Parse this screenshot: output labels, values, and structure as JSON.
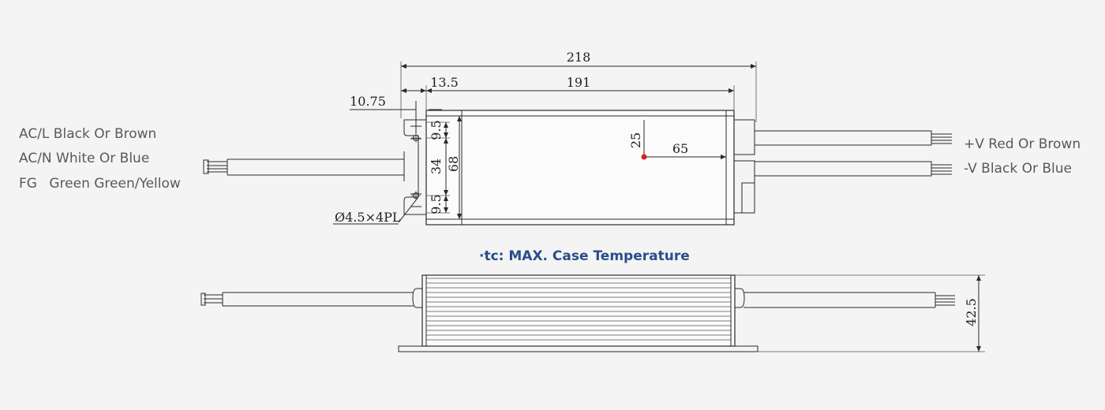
{
  "left_wires": {
    "ac_l": "AC/L Black Or Brown",
    "ac_n": "AC/N White Or Blue",
    "fg_code": "FG",
    "fg_color": "Green Green/Yellow"
  },
  "right_wires": {
    "pos": "+V Red Or Brown",
    "neg": "-V Black Or Blue"
  },
  "caption": "·tc: MAX. Case Temperature",
  "dimensions": {
    "total_length": "218",
    "flange": "13.5",
    "body_length": "191",
    "tab_offset": "10.75",
    "hole_spacing_top": "9.5",
    "hole_spacing_mid": "34",
    "hole_spacing_bottom": "9.5",
    "width": "68",
    "tc_vertical": "25",
    "tc_horizontal": "65",
    "mounting_holes": "Ø4.5×4PL",
    "height": "42.5"
  },
  "colors": {
    "text": "#595959",
    "caption": "#2a4d8a",
    "tc_point": "#e02020",
    "line": "#2a2a2a"
  }
}
